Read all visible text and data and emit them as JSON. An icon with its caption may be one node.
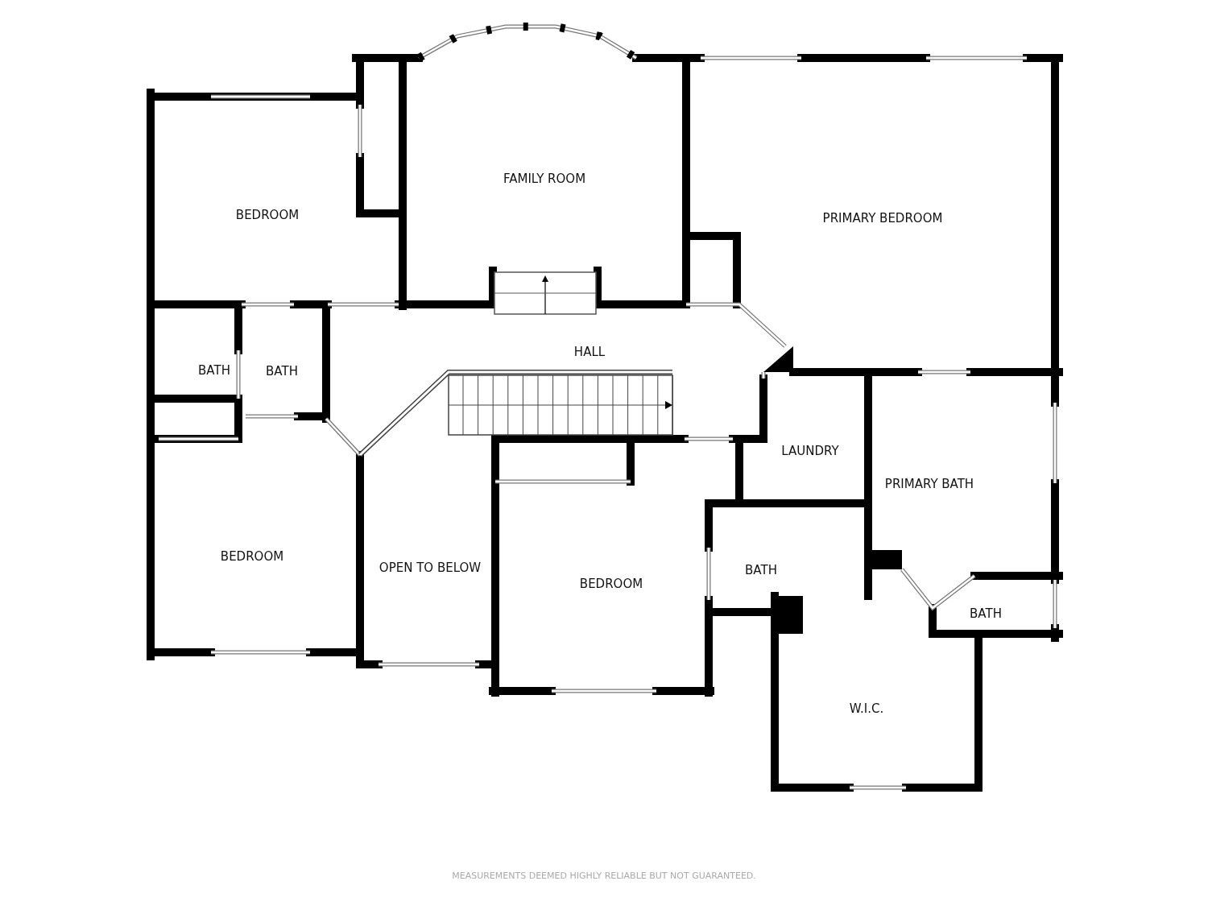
{
  "diagram": {
    "labels": [
      "FAMILY ROOM",
      "BEDROOM",
      "PRIMARY BEDROOM",
      "HALL",
      "BATH",
      "BATH",
      "LAUNDRY",
      "PRIMARY BATH",
      "OPEN TO BELOW",
      "BEDROOM",
      "BEDROOM",
      "BATH",
      "BATH",
      "W.I.C.",
      "MEASUREMENTS DEEMED HIGHLY RELIABLE BUT NOT GUARANTEED."
    ]
  }
}
